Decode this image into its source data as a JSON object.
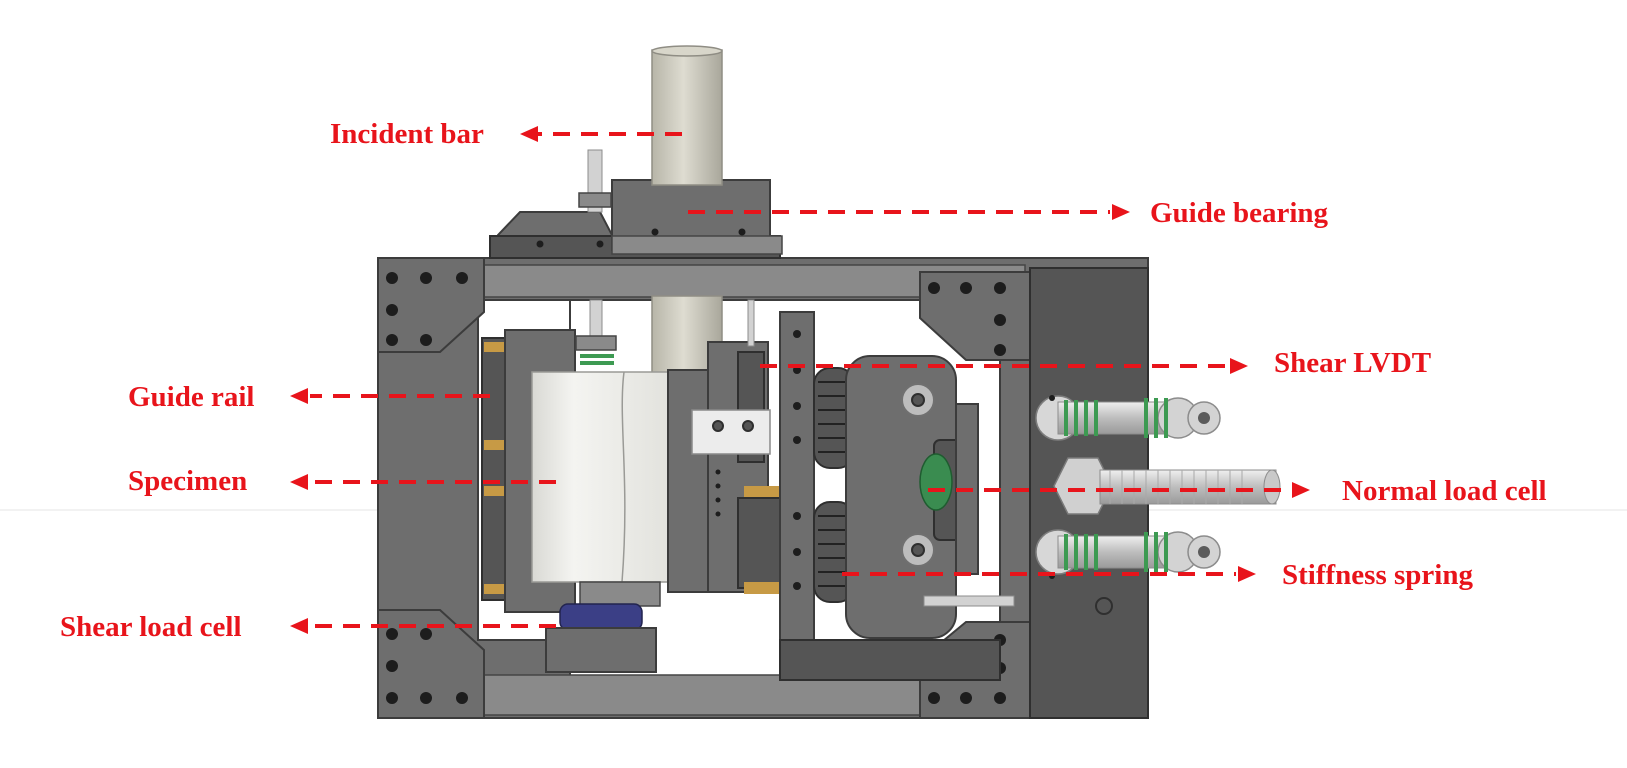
{
  "labels": {
    "incident_bar": "Incident bar",
    "guide_bearing": "Guide bearing",
    "shear_lvdt": "Shear LVDT",
    "guide_rail": "Guide rail",
    "specimen": "Specimen",
    "normal_load_cell": "Normal load cell",
    "stiffness_spring": "Stiffness spring",
    "shear_load_cell": "Shear load cell"
  },
  "colors": {
    "annotation": "#e8141b",
    "frame": "#6e6e6e",
    "specimen": "#eeeeea",
    "spring": "#3d9a52",
    "load_cell_shear": "#3b3f86",
    "load_cell_normal": "#3a8c50"
  }
}
